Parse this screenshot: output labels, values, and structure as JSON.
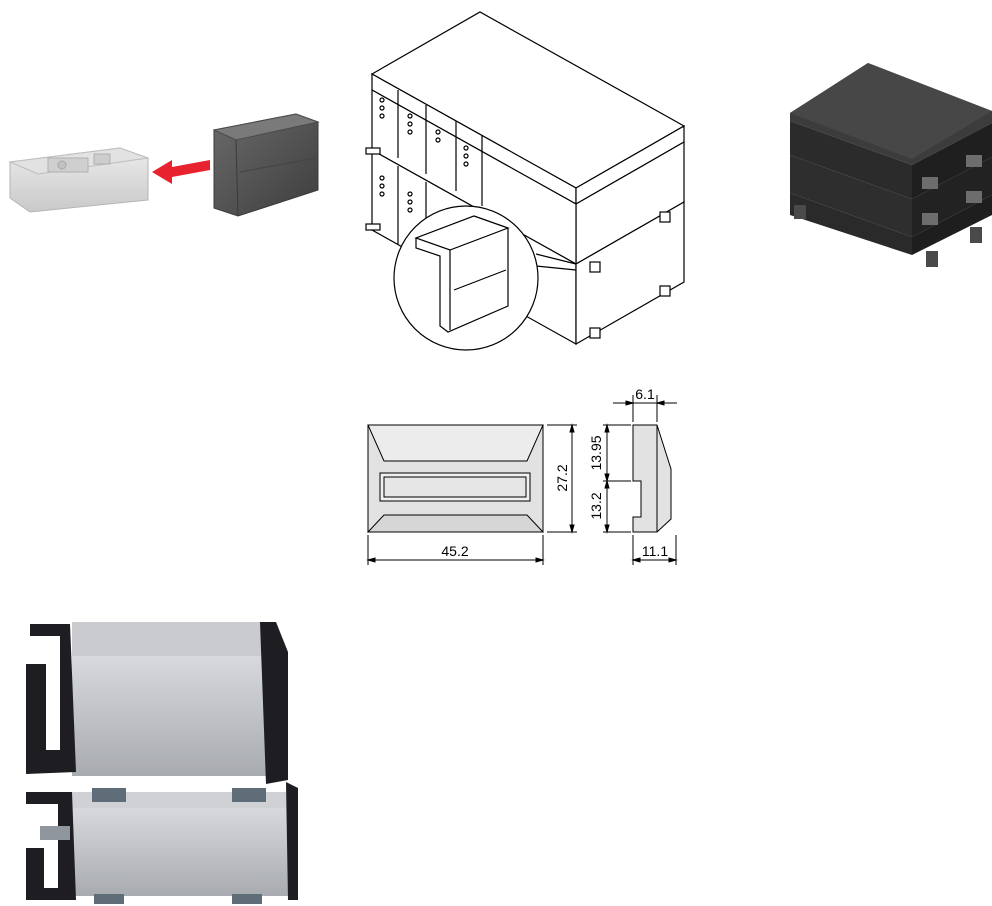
{
  "dimensions": {
    "width": "45.2",
    "height": "27.2",
    "top_depth": "6.1",
    "upper_height": "13.95",
    "lower_height": "13.2",
    "bottom_depth": "11.1"
  },
  "colors": {
    "arrow": "#e8222e",
    "light_part": "#d8d8d8",
    "dark_part": "#555555",
    "case_dark": "#2b2b2b",
    "case_silver": "#b9bcc0",
    "line": "#000000"
  }
}
